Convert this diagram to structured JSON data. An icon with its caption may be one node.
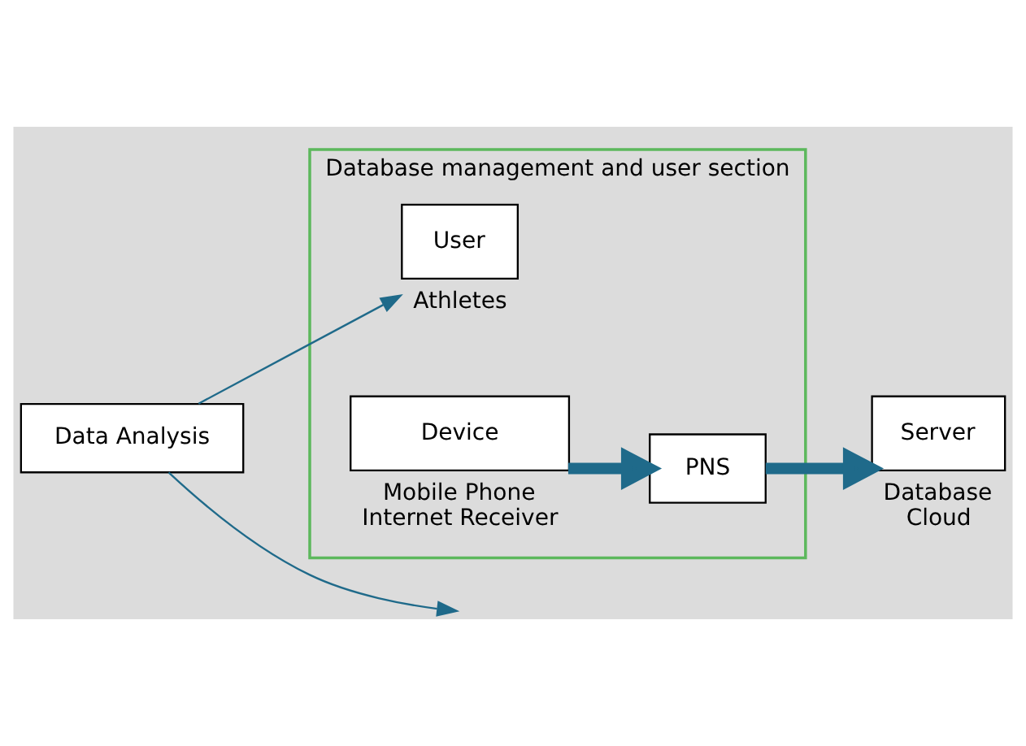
{
  "diagram": {
    "nodes": [
      {
        "text": [
          "Database management and user section"
        ]
      },
      {
        "text": [
          "User"
        ],
        "in": 0,
        "beside": [
          "Athletes"
        ]
      },
      {
        "text": [
          "Device"
        ],
        "in": 0,
        "beside": [
          "Mobile Phone",
          "Internet Receiver"
        ]
      },
      {
        "text": [
          "PNS"
        ],
        "in": 0
      },
      {
        "text": [
          "Server"
        ],
        "beside": [
          "Database",
          "Cloud"
        ]
      },
      {
        "text": [
          "Data Analysis"
        ]
      }
    ],
    "edges": [
      {
        "from": 2,
        "to": 3,
        "arrow": "to",
        "style": "thick"
      },
      {
        "from": 3,
        "to": 4,
        "arrow": "to",
        "style": "thick"
      },
      {
        "from": 5,
        "to": 1,
        "arrow": "to"
      },
      {
        "from": 5,
        "to": null,
        "arrow": "to"
      }
    ]
  }
}
